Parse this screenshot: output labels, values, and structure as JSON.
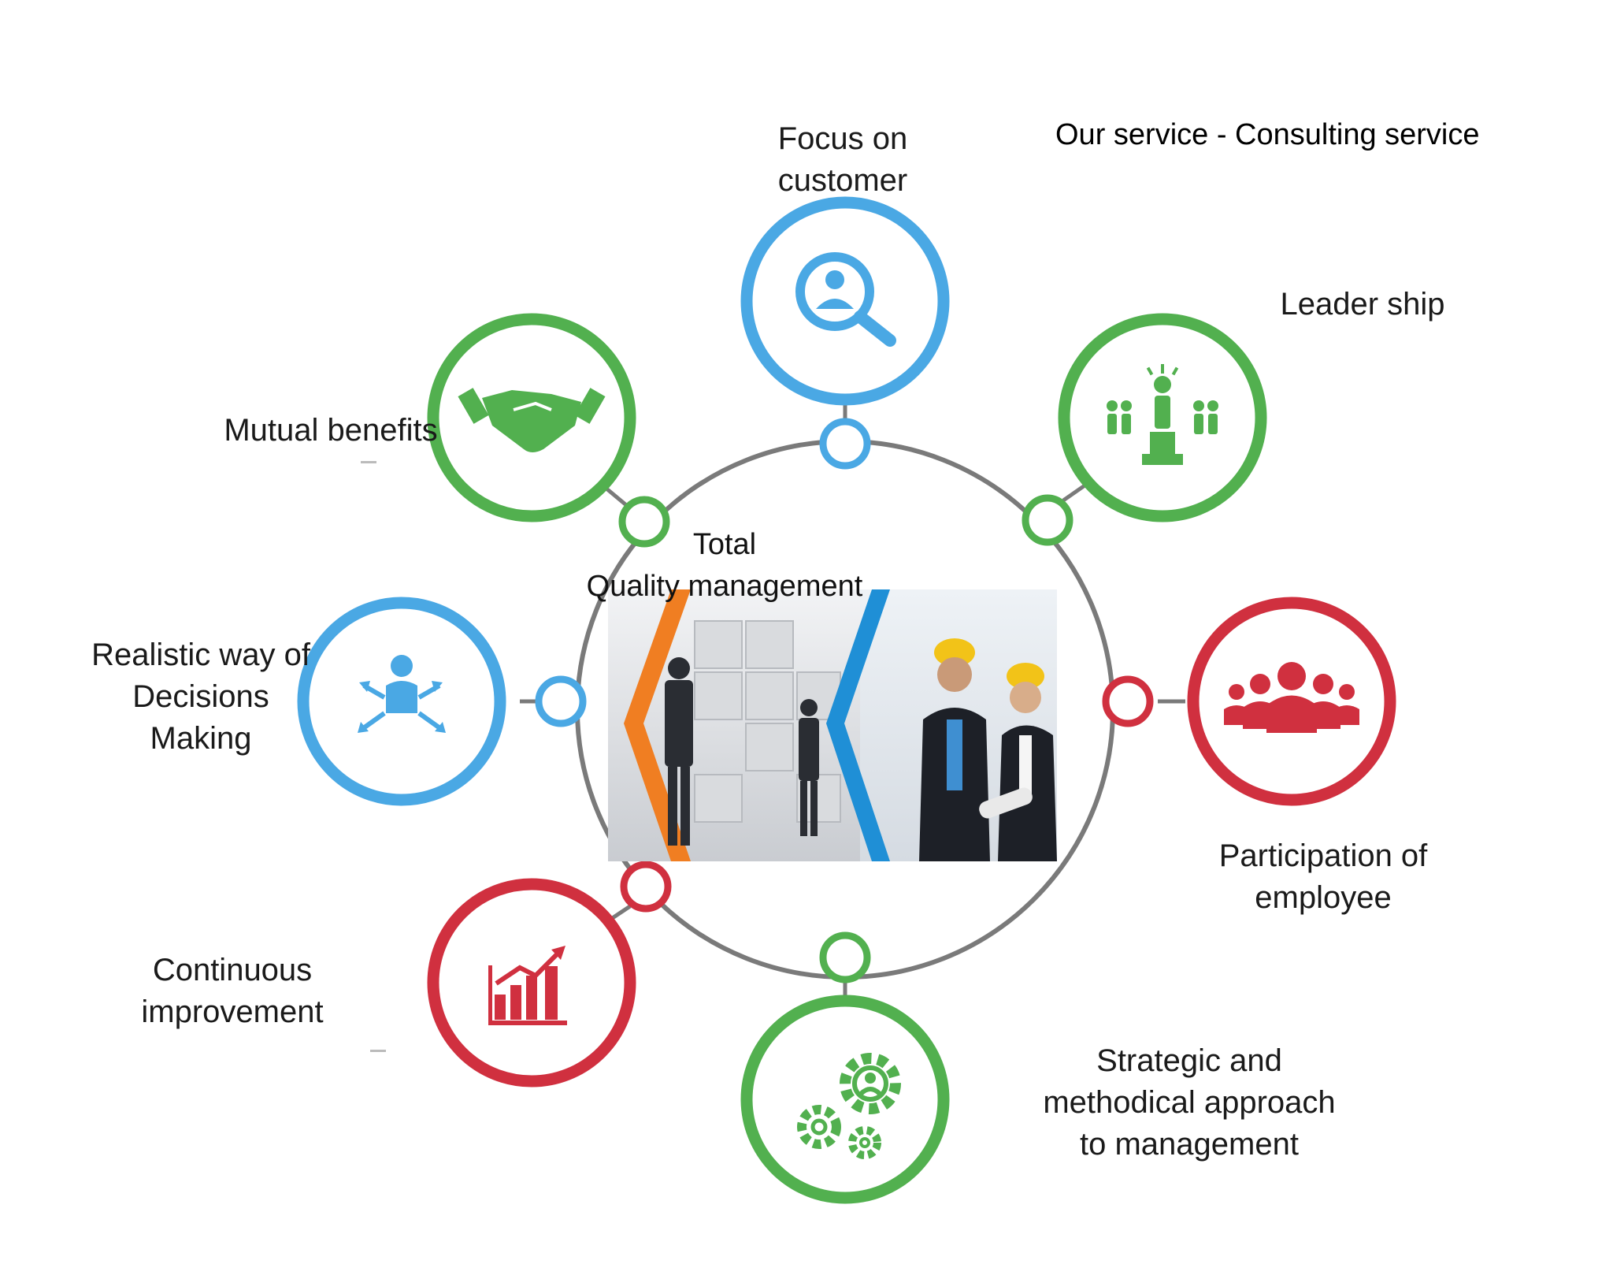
{
  "header": {
    "text": "Our service - Consulting service"
  },
  "center": {
    "line1": "Total",
    "line2": "Quality management"
  },
  "colors": {
    "blue": "#4aa8e4",
    "green": "#52b04f",
    "red": "#d0303f",
    "ring": "#7a7a7a"
  },
  "nodes": [
    {
      "id": "focus",
      "icon": "search-customer-icon",
      "label": [
        "Focus on",
        "customer"
      ]
    },
    {
      "id": "leadership",
      "icon": "leader-icon",
      "label": [
        "Leader ship"
      ]
    },
    {
      "id": "participation",
      "icon": "team-icon",
      "label": [
        "Participation of",
        "employee"
      ]
    },
    {
      "id": "strategic",
      "icon": "gears-icon",
      "label": [
        "Strategic and",
        "methodical approach",
        "to management"
      ]
    },
    {
      "id": "continuous",
      "icon": "growth-chart-icon",
      "label": [
        "Continuous",
        "improvement"
      ]
    },
    {
      "id": "decisions",
      "icon": "decision-icon",
      "label": [
        "Realistic way of",
        "Decisions",
        "Making"
      ]
    },
    {
      "id": "mutual",
      "icon": "handshake-icon",
      "label": [
        "Mutual benefits"
      ]
    }
  ]
}
